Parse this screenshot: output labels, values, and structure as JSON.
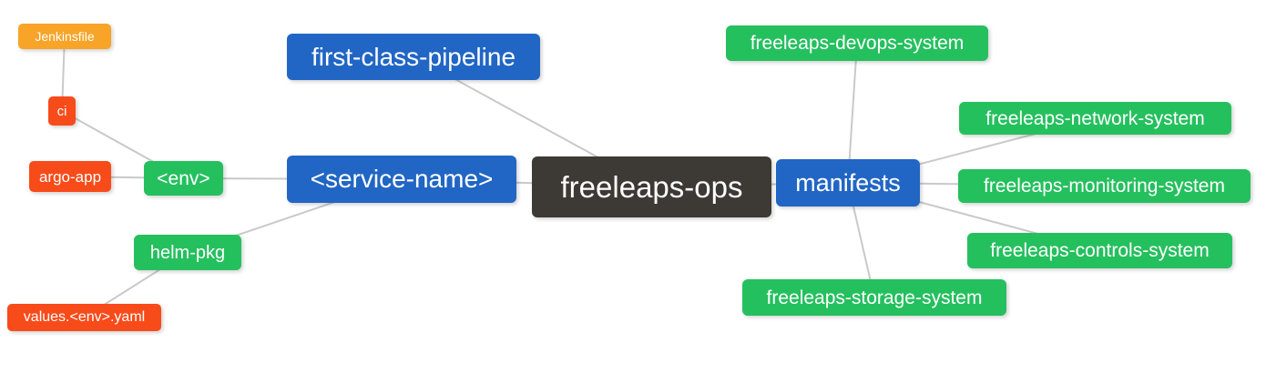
{
  "palette": {
    "blue": "#2166c4",
    "green": "#25c05e",
    "red": "#f84b1a",
    "orange": "#f7a428",
    "dark": "#3d3935",
    "edge": "#c9c9c9",
    "text": "#ffffff",
    "background": "#ffffff"
  },
  "diagram": {
    "type": "mindmap",
    "root": "freeleaps-ops",
    "edges": [
      [
        "jenkinsfile",
        "ci"
      ],
      [
        "ci",
        "env"
      ],
      [
        "argo_app",
        "env"
      ],
      [
        "env",
        "service_name"
      ],
      [
        "helm_pkg",
        "service_name"
      ],
      [
        "values_env_yaml",
        "helm_pkg"
      ],
      [
        "first_class_pipeline",
        "freeleaps_ops"
      ],
      [
        "service_name",
        "freeleaps_ops"
      ],
      [
        "freeleaps_ops",
        "manifests"
      ],
      [
        "manifests",
        "devops_system"
      ],
      [
        "manifests",
        "network_system"
      ],
      [
        "manifests",
        "monitoring_system"
      ],
      [
        "manifests",
        "controls_system"
      ],
      [
        "manifests",
        "storage_system"
      ]
    ]
  },
  "nodes": {
    "jenkinsfile": {
      "label": "Jenkinsfile",
      "color": "orange"
    },
    "ci": {
      "label": "ci",
      "color": "red"
    },
    "argo_app": {
      "label": "argo-app",
      "color": "red"
    },
    "env": {
      "label": "<env>",
      "color": "green"
    },
    "service_name": {
      "label": "<service-name>",
      "color": "blue"
    },
    "first_class_pipeline": {
      "label": "first-class-pipeline",
      "color": "blue"
    },
    "freeleaps_ops": {
      "label": "freeleaps-ops",
      "color": "dark"
    },
    "manifests": {
      "label": "manifests",
      "color": "blue"
    },
    "devops_system": {
      "label": "freeleaps-devops-system",
      "color": "green"
    },
    "network_system": {
      "label": "freeleaps-network-system",
      "color": "green"
    },
    "monitoring_system": {
      "label": "freeleaps-monitoring-system",
      "color": "green"
    },
    "controls_system": {
      "label": "freeleaps-controls-system",
      "color": "green"
    },
    "storage_system": {
      "label": "freeleaps-storage-system",
      "color": "green"
    },
    "helm_pkg": {
      "label": "helm-pkg",
      "color": "green"
    },
    "values_env_yaml": {
      "label": "values.<env>.yaml",
      "color": "red"
    }
  }
}
